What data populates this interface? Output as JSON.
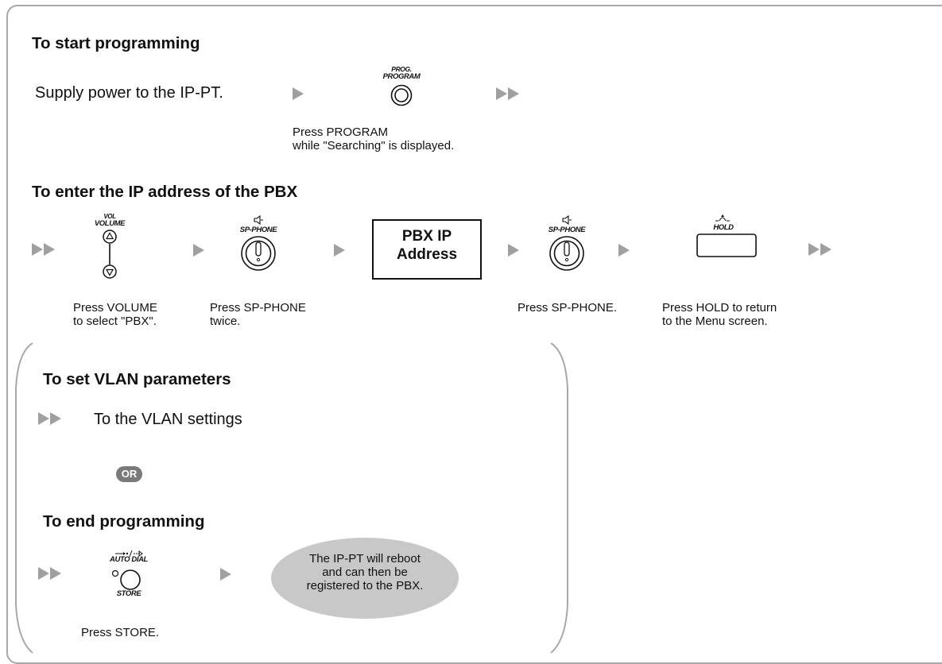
{
  "sections": {
    "start": {
      "heading": "To start programming",
      "step1": "Supply power to the IP-PT.",
      "program_label_small": "PROG.",
      "program_label": "PROGRAM",
      "caption_line1": "Press PROGRAM",
      "caption_line2": "while \"Searching\" is displayed."
    },
    "ip": {
      "heading": "To enter the IP address of the PBX",
      "volume_label_small": "VOL",
      "volume_label": "VOLUME",
      "sp_phone_label": "SP-PHONE",
      "pbx_box_line1": "PBX IP",
      "pbx_box_line2": "Address",
      "hold_label": "HOLD",
      "caption_volume_line1": "Press VOLUME",
      "caption_volume_line2": "to select \"PBX\".",
      "caption_sp_line1": "Press SP-PHONE",
      "caption_sp_line2": "twice.",
      "caption_sp2": "Press SP-PHONE.",
      "caption_hold_line1": "Press HOLD to return",
      "caption_hold_line2": "to the Menu screen."
    },
    "vlan": {
      "heading": "To set VLAN parameters",
      "text": "To the VLAN settings",
      "or_label": "OR"
    },
    "end": {
      "heading": "To end programming",
      "auto_dial_label": "AUTO DIAL",
      "store_label": "STORE",
      "oval_line1": "The IP-PT will reboot",
      "oval_line2": "and can then be",
      "oval_line3": "registered to the PBX.",
      "caption": "Press STORE."
    }
  },
  "icons": [
    "arrow-right-icon",
    "double-arrow-right-icon",
    "program-button-icon",
    "volume-button-icon",
    "sp-phone-button-icon",
    "speaker-icon",
    "hold-button-icon",
    "hold-symbol-icon",
    "auto-dial-button-icon",
    "auto-dial-symbol-icon",
    "led-indicator-icon"
  ],
  "colors": {
    "arrow": "#a0a0a0",
    "frame": "#a8a8a8",
    "oval": "#c8c8c8",
    "or_badge": "#7a7a7a"
  }
}
